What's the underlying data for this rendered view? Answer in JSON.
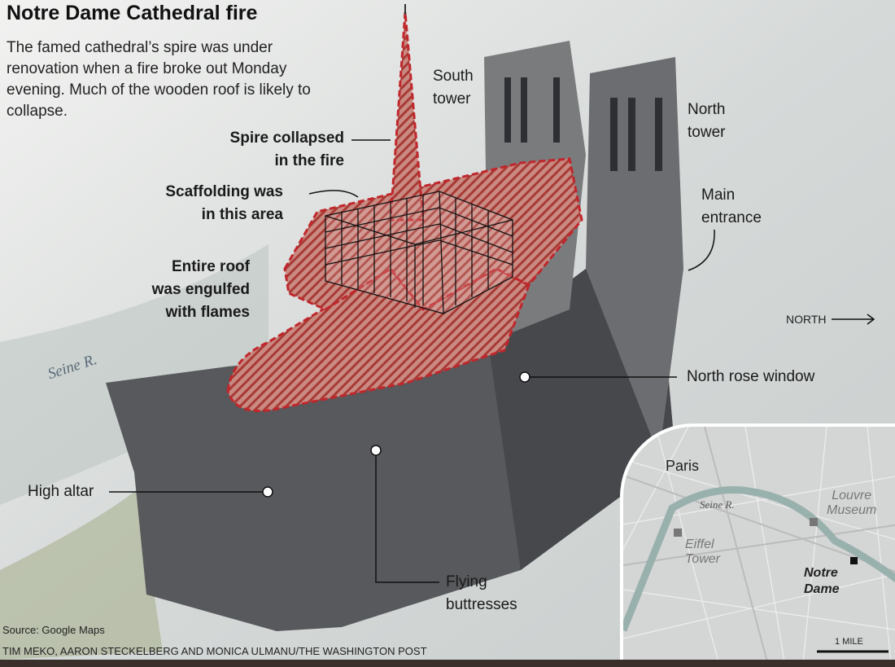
{
  "header": {
    "title": "Notre Dame Cathedral fire",
    "dek": "The famed cathedral’s spire was under renovation when a fire broke out Monday evening. Much of the wooden roof is likely to collapse."
  },
  "labels": {
    "south_tower": [
      "South",
      "tower"
    ],
    "north_tower": [
      "North",
      "tower"
    ],
    "spire": [
      "Spire collapsed",
      "in the fire"
    ],
    "scaffolding": [
      "Scaffolding was",
      "in this area"
    ],
    "roof": [
      "Entire roof",
      "was engulfed",
      "with flames"
    ],
    "main_entrance": [
      "Main",
      "entrance"
    ],
    "north": "NORTH",
    "seine": "Seine R.",
    "rose_window": "North rose window",
    "high_altar": "High altar",
    "buttresses": [
      "Flying",
      "buttresses"
    ]
  },
  "inset_map": {
    "city": "Paris",
    "river": "Seine R.",
    "louvre": [
      "Louvre",
      "Museum"
    ],
    "eiffel": [
      "Eiffel",
      "Tower"
    ],
    "notre_dame": [
      "Notre",
      "Dame"
    ],
    "scale": "1 MILE"
  },
  "footer": {
    "source": "Source: Google Maps",
    "credit": "TIM MEKO, AARON STECKELBERG AND MONICA ULMANU/THE WASHINGTON POST"
  },
  "colors": {
    "roof": "#b8514b",
    "outline": "#c0262b",
    "bottom_bar": "#3b2f2b"
  }
}
